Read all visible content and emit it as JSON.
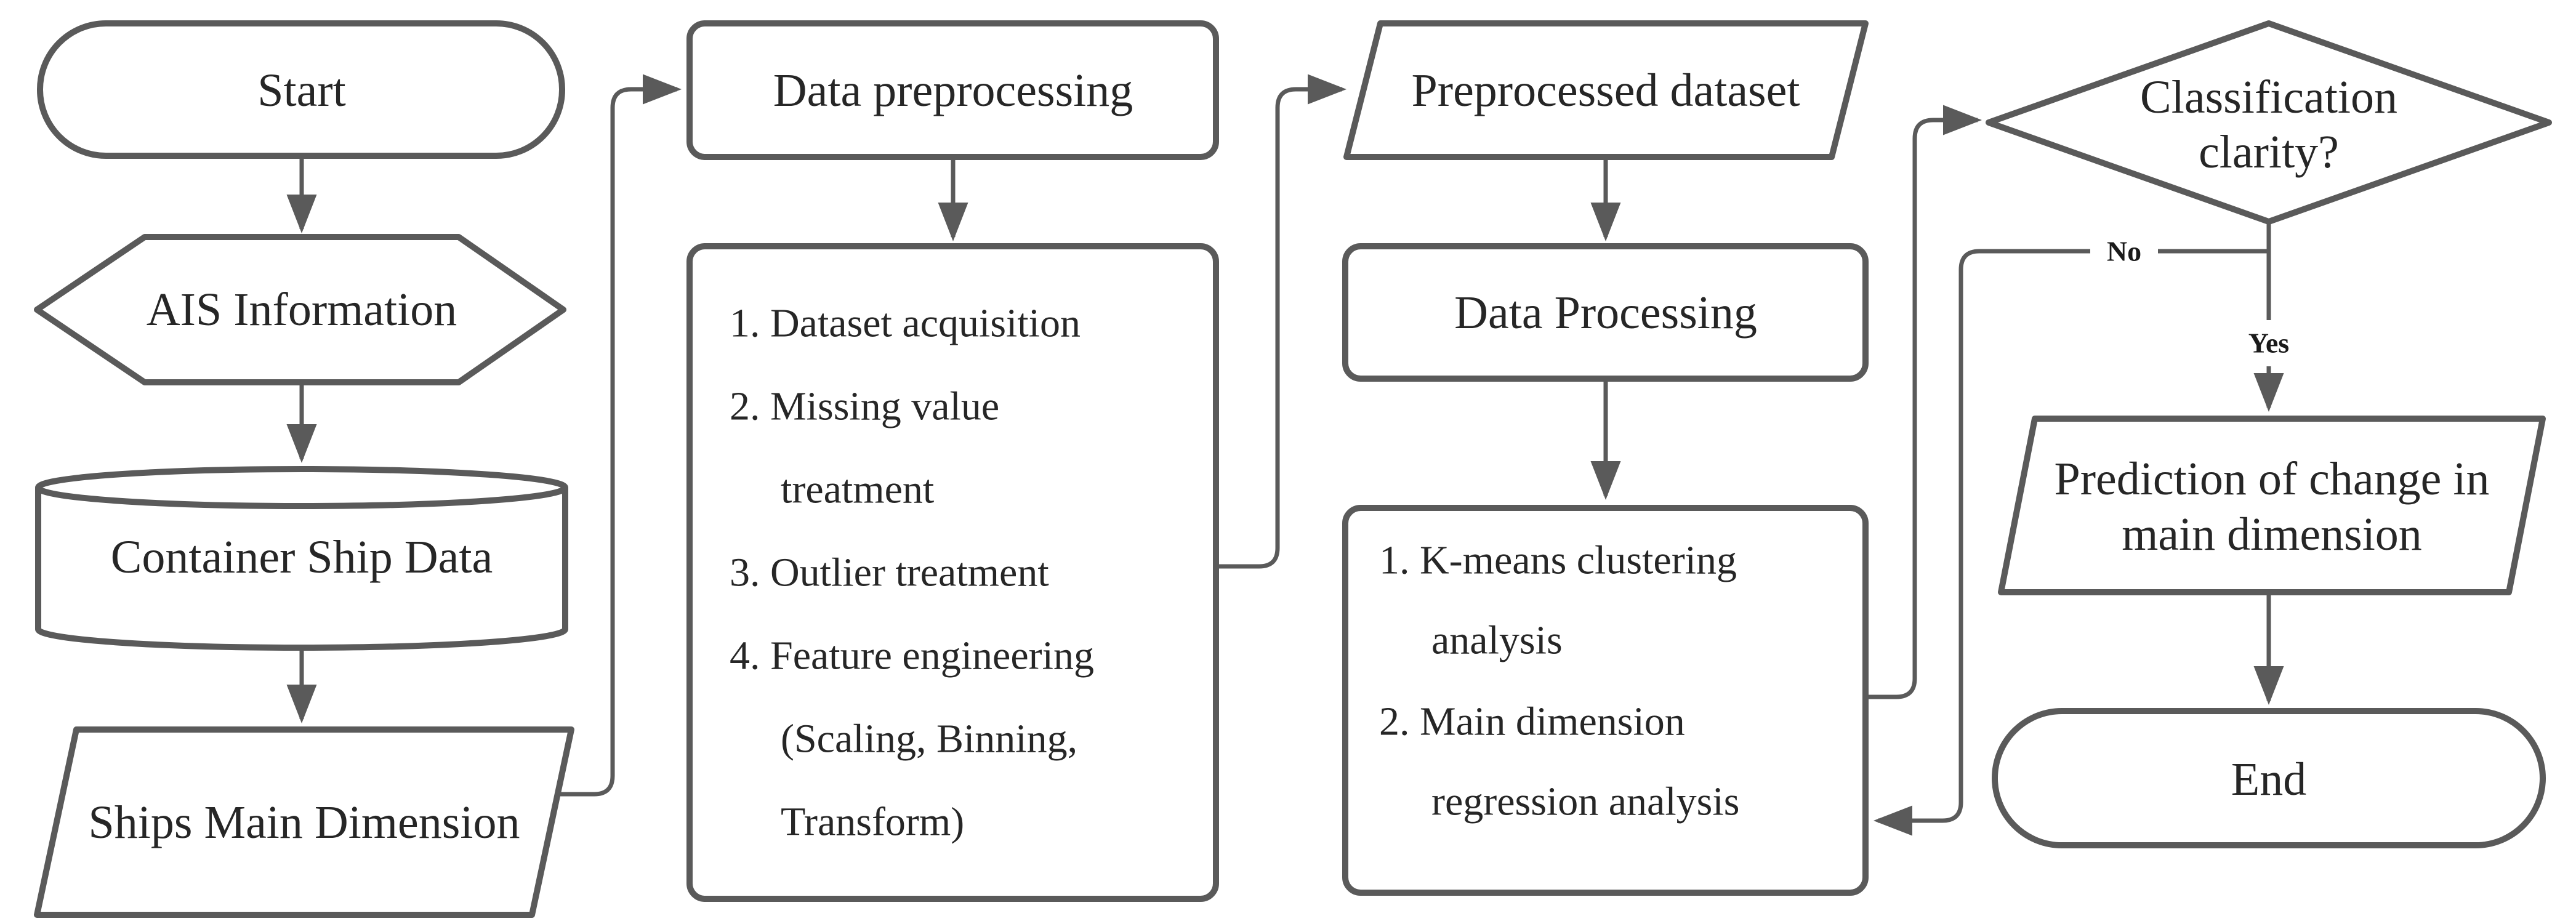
{
  "colors": {
    "line": "#5a5a5a",
    "text": "#262626",
    "background": "#ffffff"
  },
  "nodes": {
    "start": {
      "shape": "terminator",
      "label": "Start"
    },
    "ais_information": {
      "shape": "hexagon",
      "label": "AIS Information"
    },
    "container_ship_data": {
      "shape": "cylinder",
      "label": "Container Ship Data"
    },
    "ships_main_dimension": {
      "shape": "parallelogram",
      "label": "Ships Main Dimension"
    },
    "data_preprocessing": {
      "shape": "rounded-rectangle",
      "label": "Data preprocessing"
    },
    "preprocessing_steps": {
      "shape": "rounded-rectangle",
      "lines": [
        "1. Dataset acquisition",
        "2. Missing value",
        "treatment",
        "3. Outlier treatment",
        "4. Feature engineering",
        "(Scaling, Binning,",
        "Transform)"
      ]
    },
    "preprocessed_dataset": {
      "shape": "parallelogram",
      "label": "Preprocessed dataset"
    },
    "data_processing": {
      "shape": "rounded-rectangle",
      "label": "Data Processing"
    },
    "processing_steps": {
      "shape": "rounded-rectangle",
      "lines": [
        "1. K-means clustering",
        "analysis",
        "2. Main dimension",
        "regression analysis"
      ]
    },
    "classification_clarity": {
      "shape": "diamond",
      "line1": "Classification",
      "line2": "clarity?"
    },
    "prediction_of_change": {
      "shape": "parallelogram",
      "line1": "Prediction of change in",
      "line2": "main dimension"
    },
    "end": {
      "shape": "terminator",
      "label": "End"
    }
  },
  "edge_labels": {
    "no": "No",
    "yes": "Yes"
  }
}
